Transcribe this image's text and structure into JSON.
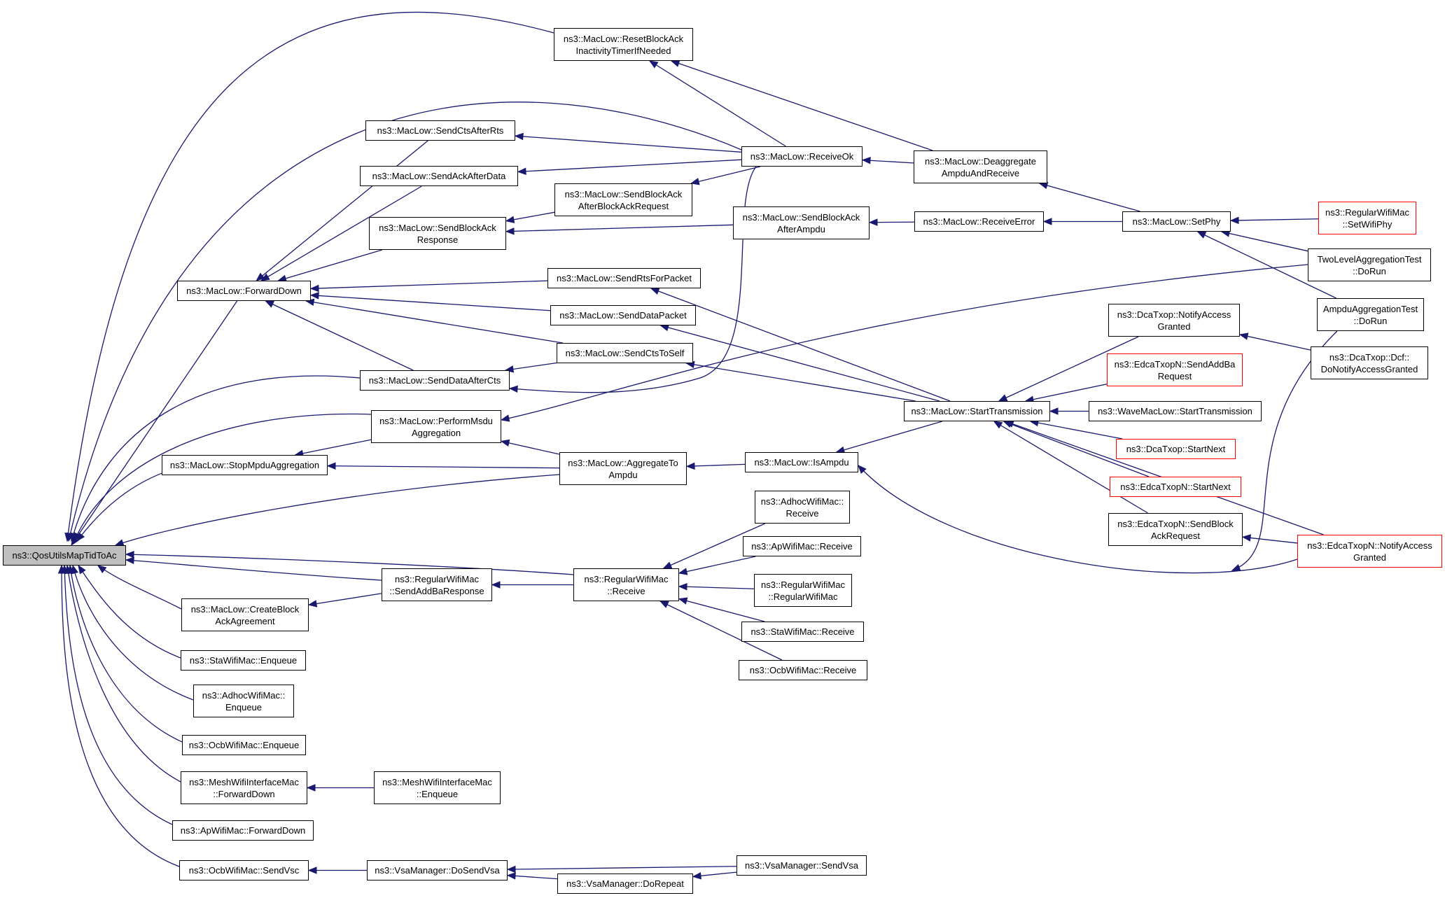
{
  "graph": {
    "root": "n0",
    "edge_color": "#191970",
    "root_fill": "#bfbfbf",
    "truncated_border_color": "#ff0000",
    "nodes": [
      {
        "id": "n0",
        "label": "ns3::QosUtilsMapTidToAc",
        "root": true
      },
      {
        "id": "n1",
        "label": "ns3::MacLow::ResetBlockAck\nInactivityTimerIfNeeded"
      },
      {
        "id": "n2",
        "label": "ns3::MacLow::SendCtsAfterRts"
      },
      {
        "id": "n3",
        "label": "ns3::MacLow::SendAckAfterData"
      },
      {
        "id": "n4",
        "label": "ns3::MacLow::SendBlockAck\nAfterBlockAckRequest"
      },
      {
        "id": "n5",
        "label": "ns3::MacLow::SendBlockAck\nResponse"
      },
      {
        "id": "n6",
        "label": "ns3::MacLow::ReceiveOk"
      },
      {
        "id": "n7",
        "label": "ns3::MacLow::Deaggregate\nAmpduAndReceive"
      },
      {
        "id": "n8",
        "label": "ns3::MacLow::SendBlockAck\nAfterAmpdu"
      },
      {
        "id": "n9",
        "label": "ns3::MacLow::ReceiveError"
      },
      {
        "id": "n10",
        "label": "ns3::MacLow::SetPhy"
      },
      {
        "id": "n11",
        "label": "ns3::RegularWifiMac\n::SetWifiPhy",
        "truncated": true
      },
      {
        "id": "n12",
        "label": "TwoLevelAggregationTest\n::DoRun"
      },
      {
        "id": "n13",
        "label": "AmpduAggregationTest\n::DoRun"
      },
      {
        "id": "n14",
        "label": "ns3::MacLow::ForwardDown"
      },
      {
        "id": "n15",
        "label": "ns3::MacLow::SendRtsForPacket"
      },
      {
        "id": "n16",
        "label": "ns3::MacLow::SendDataPacket"
      },
      {
        "id": "n17",
        "label": "ns3::MacLow::SendCtsToSelf"
      },
      {
        "id": "n18",
        "label": "ns3::MacLow::SendDataAfterCts"
      },
      {
        "id": "n19",
        "label": "ns3::DcaTxop::NotifyAccess\nGranted"
      },
      {
        "id": "n20",
        "label": "ns3::DcaTxop::Dcf::\nDoNotifyAccessGranted"
      },
      {
        "id": "n21",
        "label": "ns3::EdcaTxopN::SendAddBa\nRequest",
        "truncated": true
      },
      {
        "id": "n22",
        "label": "ns3::MacLow::StartTransmission"
      },
      {
        "id": "n23",
        "label": "ns3::WaveMacLow::StartTransmission"
      },
      {
        "id": "n24",
        "label": "ns3::DcaTxop::StartNext",
        "truncated": true
      },
      {
        "id": "n25",
        "label": "ns3::EdcaTxopN::StartNext",
        "truncated": true
      },
      {
        "id": "n26",
        "label": "ns3::EdcaTxopN::SendBlock\nAckRequest"
      },
      {
        "id": "n27",
        "label": "ns3::EdcaTxopN::NotifyAccess\nGranted",
        "truncated": true
      },
      {
        "id": "n28",
        "label": "ns3::MacLow::PerformMsdu\nAggregation"
      },
      {
        "id": "n29",
        "label": "ns3::MacLow::StopMpduAggregation"
      },
      {
        "id": "n30",
        "label": "ns3::MacLow::AggregateTo\nAmpdu"
      },
      {
        "id": "n31",
        "label": "ns3::MacLow::IsAmpdu"
      },
      {
        "id": "n32",
        "label": "ns3::AdhocWifiMac::\nReceive"
      },
      {
        "id": "n33",
        "label": "ns3::ApWifiMac::Receive"
      },
      {
        "id": "n34",
        "label": "ns3::RegularWifiMac\n::RegularWifiMac"
      },
      {
        "id": "n35",
        "label": "ns3::StaWifiMac::Receive"
      },
      {
        "id": "n36",
        "label": "ns3::OcbWifiMac::Receive"
      },
      {
        "id": "n37",
        "label": "ns3::RegularWifiMac\n::SendAddBaResponse"
      },
      {
        "id": "n38",
        "label": "ns3::RegularWifiMac\n::Receive"
      },
      {
        "id": "n39",
        "label": "ns3::MacLow::CreateBlock\nAckAgreement"
      },
      {
        "id": "n40",
        "label": "ns3::StaWifiMac::Enqueue"
      },
      {
        "id": "n41",
        "label": "ns3::AdhocWifiMac::\nEnqueue"
      },
      {
        "id": "n42",
        "label": "ns3::OcbWifiMac::Enqueue"
      },
      {
        "id": "n43",
        "label": "ns3::MeshWifiInterfaceMac\n::ForwardDown"
      },
      {
        "id": "n44",
        "label": "ns3::MeshWifiInterfaceMac\n::Enqueue"
      },
      {
        "id": "n45",
        "label": "ns3::ApWifiMac::ForwardDown"
      },
      {
        "id": "n46",
        "label": "ns3::OcbWifiMac::SendVsc"
      },
      {
        "id": "n47",
        "label": "ns3::VsaManager::DoSendVsa"
      },
      {
        "id": "n48",
        "label": "ns3::VsaManager::SendVsa"
      },
      {
        "id": "n49",
        "label": "ns3::VsaManager::DoRepeat"
      }
    ],
    "edges": [
      {
        "from": "n1",
        "to": "n0"
      },
      {
        "from": "n6",
        "to": "n0"
      },
      {
        "from": "n14",
        "to": "n0"
      },
      {
        "from": "n18",
        "to": "n0"
      },
      {
        "from": "n28",
        "to": "n0"
      },
      {
        "from": "n29",
        "to": "n0"
      },
      {
        "from": "n30",
        "to": "n0"
      },
      {
        "from": "n37",
        "to": "n0"
      },
      {
        "from": "n38",
        "to": "n0"
      },
      {
        "from": "n39",
        "to": "n0"
      },
      {
        "from": "n40",
        "to": "n0"
      },
      {
        "from": "n41",
        "to": "n0"
      },
      {
        "from": "n42",
        "to": "n0"
      },
      {
        "from": "n43",
        "to": "n0"
      },
      {
        "from": "n45",
        "to": "n0"
      },
      {
        "from": "n46",
        "to": "n0"
      },
      {
        "from": "n6",
        "to": "n1"
      },
      {
        "from": "n7",
        "to": "n1"
      },
      {
        "from": "n6",
        "to": "n2"
      },
      {
        "from": "n6",
        "to": "n3"
      },
      {
        "from": "n6",
        "to": "n4"
      },
      {
        "from": "n8",
        "to": "n5"
      },
      {
        "from": "n7",
        "to": "n6"
      },
      {
        "from": "n10",
        "to": "n7"
      },
      {
        "from": "n9",
        "to": "n8"
      },
      {
        "from": "n10",
        "to": "n9"
      },
      {
        "from": "n11",
        "to": "n10"
      },
      {
        "from": "n12",
        "to": "n10"
      },
      {
        "from": "n13",
        "to": "n10"
      },
      {
        "from": "n2",
        "to": "n14"
      },
      {
        "from": "n3",
        "to": "n14"
      },
      {
        "from": "n4",
        "to": "n5"
      },
      {
        "from": "n5",
        "to": "n14"
      },
      {
        "from": "n15",
        "to": "n14"
      },
      {
        "from": "n16",
        "to": "n14"
      },
      {
        "from": "n17",
        "to": "n14"
      },
      {
        "from": "n18",
        "to": "n14"
      },
      {
        "from": "n22",
        "to": "n15"
      },
      {
        "from": "n22",
        "to": "n16"
      },
      {
        "from": "n22",
        "to": "n17"
      },
      {
        "from": "n17",
        "to": "n18"
      },
      {
        "from": "n6",
        "to": "n18"
      },
      {
        "from": "n19",
        "to": "n22"
      },
      {
        "from": "n20",
        "to": "n19"
      },
      {
        "from": "n21",
        "to": "n22"
      },
      {
        "from": "n23",
        "to": "n22"
      },
      {
        "from": "n24",
        "to": "n22"
      },
      {
        "from": "n25",
        "to": "n22"
      },
      {
        "from": "n26",
        "to": "n22"
      },
      {
        "from": "n27",
        "to": "n22"
      },
      {
        "from": "n27",
        "to": "n26"
      },
      {
        "from": "n12",
        "to": "n28"
      },
      {
        "from": "n30",
        "to": "n28"
      },
      {
        "from": "n28",
        "to": "n29"
      },
      {
        "from": "n30",
        "to": "n29"
      },
      {
        "from": "n31",
        "to": "n30"
      },
      {
        "from": "n22",
        "to": "n31"
      },
      {
        "from": "n27",
        "to": "n31"
      },
      {
        "from": "n13",
        "to": "n30"
      },
      {
        "from": "n38",
        "to": "n37"
      },
      {
        "from": "n32",
        "to": "n38"
      },
      {
        "from": "n33",
        "to": "n38"
      },
      {
        "from": "n34",
        "to": "n38"
      },
      {
        "from": "n35",
        "to": "n38"
      },
      {
        "from": "n36",
        "to": "n38"
      },
      {
        "from": "n37",
        "to": "n39"
      },
      {
        "from": "n44",
        "to": "n43"
      },
      {
        "from": "n47",
        "to": "n46"
      },
      {
        "from": "n48",
        "to": "n47"
      },
      {
        "from": "n49",
        "to": "n47"
      },
      {
        "from": "n48",
        "to": "n49"
      }
    ]
  }
}
